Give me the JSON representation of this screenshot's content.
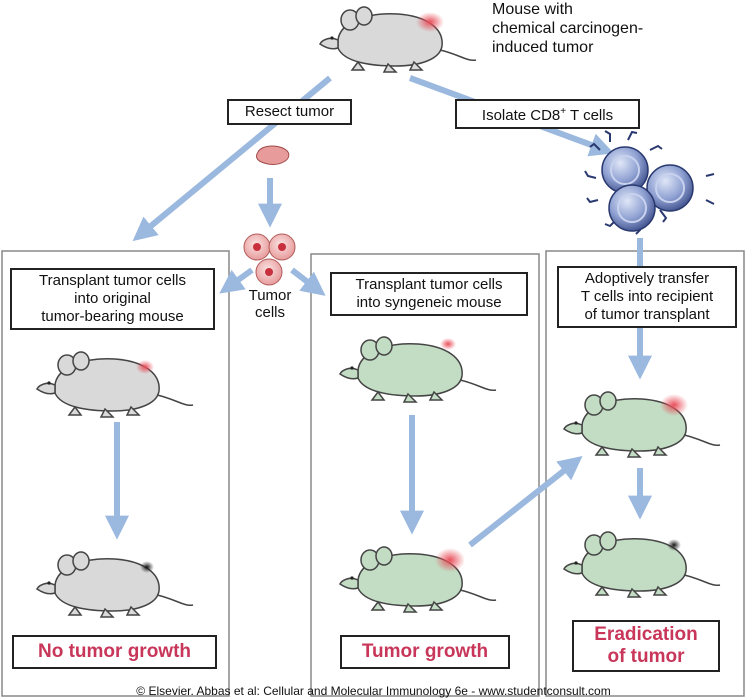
{
  "title_label": {
    "line1": "Mouse with",
    "line2": "chemical carcinogen-",
    "line3": "induced tumor"
  },
  "steps": {
    "resect": "Resect tumor",
    "isolate": "Isolate CD8",
    "isolate_sup": "+",
    "isolate_tail": " T cells"
  },
  "tumor_cells_label": {
    "line1": "Tumor",
    "line2": "cells"
  },
  "panels": [
    {
      "instruction_line1": "Transplant tumor cells",
      "instruction_line2": "into original",
      "instruction_line3": "tumor-bearing mouse",
      "result": "No tumor growth"
    },
    {
      "instruction_line1": "Transplant tumor cells",
      "instruction_line2": "into syngeneic mouse",
      "result": "Tumor growth"
    },
    {
      "instruction_line1": "Adoptively transfer",
      "instruction_line2": "T cells into recipient",
      "instruction_line3": "of tumor transplant",
      "result_line1": "Eradication",
      "result_line2": "of tumor"
    }
  ],
  "copyright": "© Elsevier. Abbas et al: Cellular and Molecular Immunology 6e - www.studentconsult.com",
  "colors": {
    "arrow": "#9bb8df",
    "grey_mouse": "#d9d9d9",
    "green_mouse": "#c3dcc4",
    "tumor": "#e8505b",
    "result_text": "#c8375a",
    "t_cell": "#8fa1d2"
  }
}
